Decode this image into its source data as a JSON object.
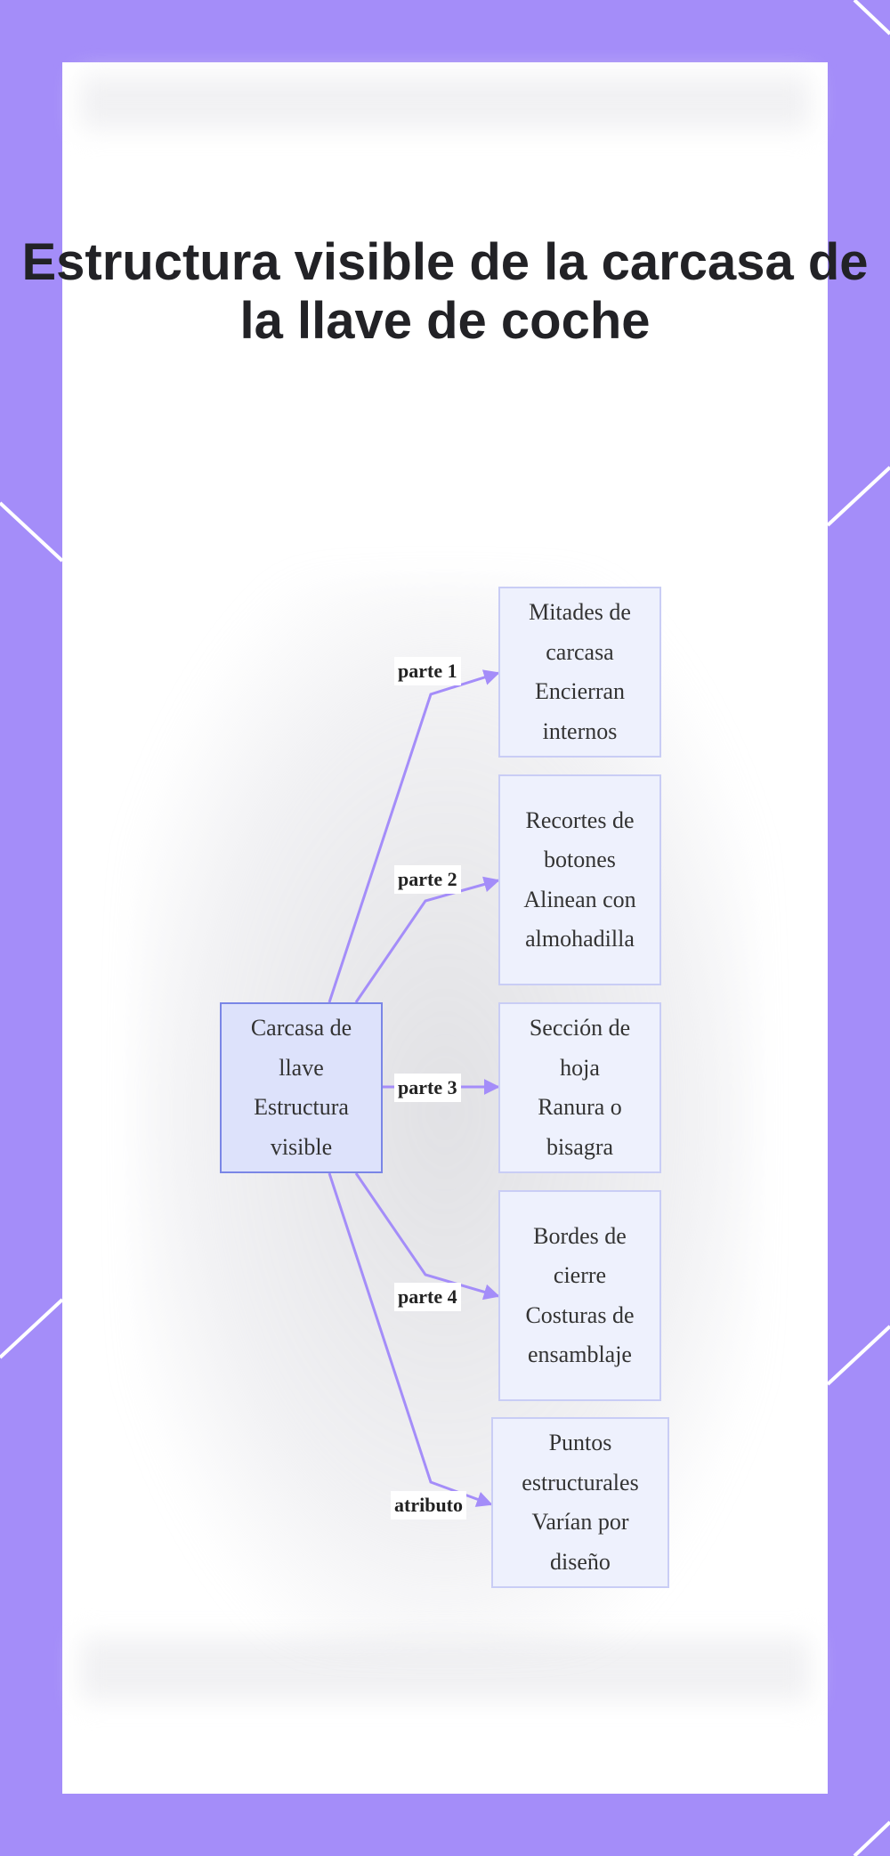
{
  "title": {
    "line1": "Estructura visible de la carcasa de",
    "line2": "la llave de coche"
  },
  "root": {
    "line1": "Carcasa de",
    "line2": "llave",
    "line3": "Estructura",
    "line4": "visible"
  },
  "branches": [
    {
      "label": "parte 1",
      "lines": [
        "Mitades de",
        "carcasa",
        "Encierran",
        "internos"
      ]
    },
    {
      "label": "parte 2",
      "lines": [
        "Recortes de",
        "botones",
        "Alinean con",
        "almohadilla"
      ]
    },
    {
      "label": "parte 3",
      "lines": [
        "Sección de",
        "hoja",
        "Ranura o",
        "bisagra"
      ]
    },
    {
      "label": "parte 4",
      "lines": [
        "Bordes de",
        "cierre",
        "Costuras de",
        "ensamblaje"
      ]
    },
    {
      "label": "atributo",
      "lines": [
        "Puntos",
        "estructurales",
        "Varían por",
        "diseño"
      ]
    }
  ],
  "colors": {
    "background": "#a48df9",
    "edge": "#a48df9",
    "root_fill": "#dde2fb",
    "root_border": "#7a86e6",
    "leaf_fill": "#eef1fd",
    "leaf_border": "#c9cdf5"
  }
}
